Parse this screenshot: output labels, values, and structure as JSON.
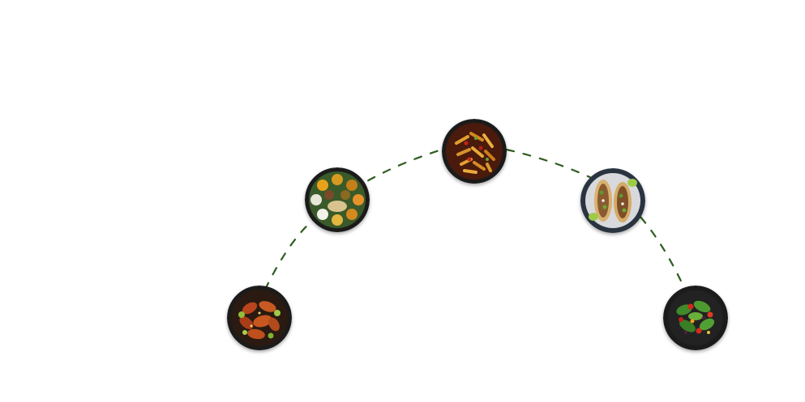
{
  "carousel": {
    "arc_color": "#2e5d1f",
    "plate_color": "#1b1b1b",
    "dishes": [
      {
        "id": "wings",
        "icon": "chicken-wings-dish-icon"
      },
      {
        "id": "thali",
        "icon": "thali-platter-dish-icon"
      },
      {
        "id": "pasta",
        "icon": "penne-pasta-dish-icon"
      },
      {
        "id": "tacos",
        "icon": "tacos-dish-icon"
      },
      {
        "id": "salad",
        "icon": "green-salad-dish-icon"
      }
    ]
  }
}
